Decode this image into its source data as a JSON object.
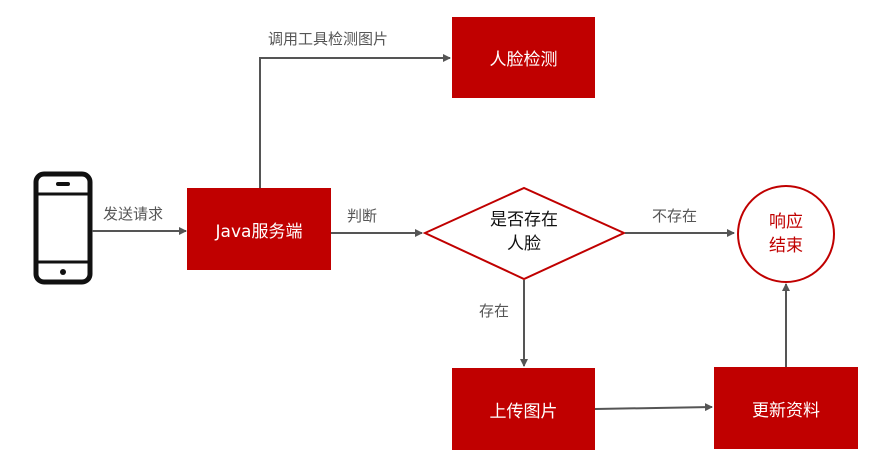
{
  "nodes": {
    "face_detect": "人脸检测",
    "java_server": "Java服务端",
    "decision": {
      "line1": "是否存在",
      "line2": "人脸"
    },
    "response": {
      "line1": "响应",
      "line2": "结束"
    },
    "upload": "上传图片",
    "update": "更新资料"
  },
  "edges": {
    "send_request": "发送请求",
    "call_tool": "调用工具检测图片",
    "judge": "判断",
    "not_exist": "不存在",
    "exist": "存在"
  },
  "colors": {
    "primary": "#c00000",
    "arrow": "#555555",
    "phone": "#111111"
  },
  "icons": {
    "device": "smartphone-icon"
  }
}
